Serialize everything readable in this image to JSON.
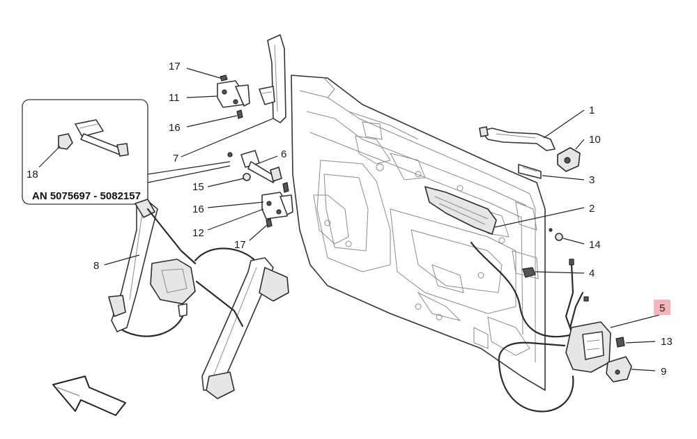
{
  "labels": {
    "p1": "1",
    "p2": "2",
    "p3": "3",
    "p4": "4",
    "p5": "5",
    "p6": "6",
    "p7": "7",
    "p8": "8",
    "p9": "9",
    "p10": "10",
    "p11": "11",
    "p12": "12",
    "p13": "13",
    "p14": "14",
    "p15": "15",
    "p16a": "16",
    "p16b": "16",
    "p17a": "17",
    "p17b": "17",
    "p18": "18"
  },
  "inset_range": "AN 5075697 - 5082157",
  "colors": {
    "highlight": "#f4b6bb"
  }
}
